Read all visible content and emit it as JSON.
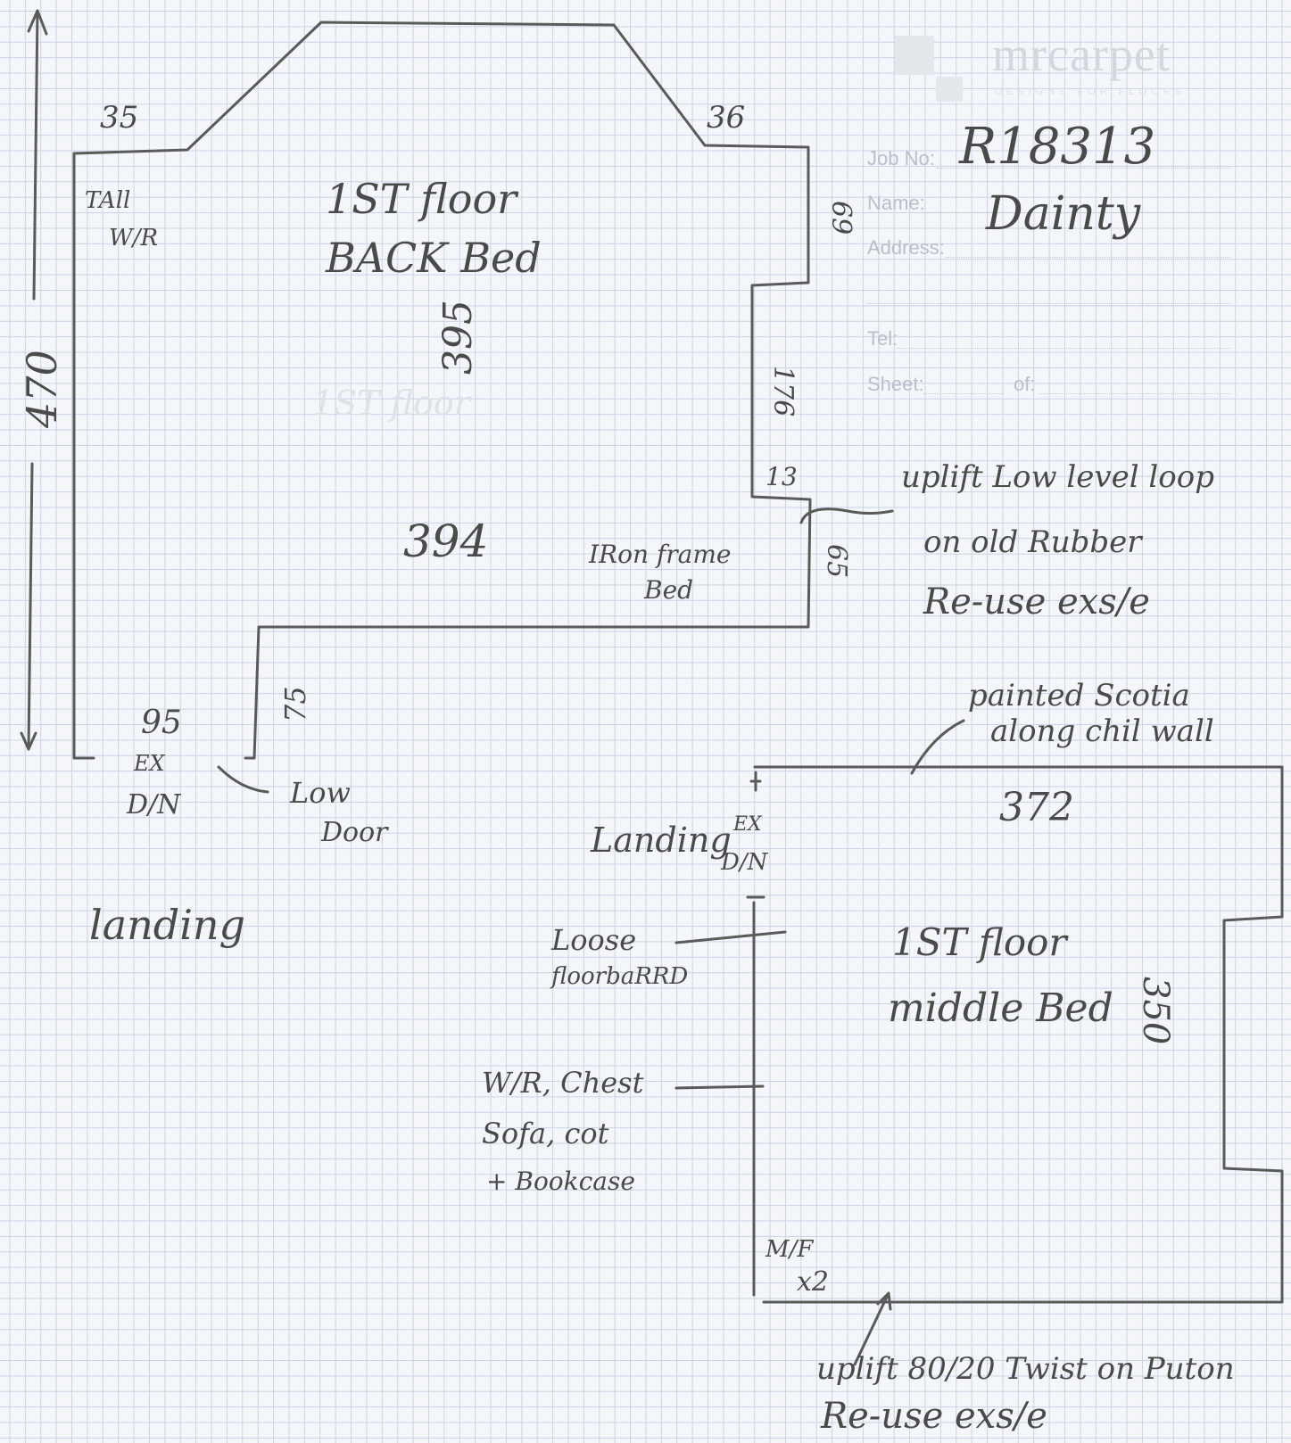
{
  "form": {
    "brand": "mrcarpet",
    "brand_tagline": "DESIGNS FOR FLOORS",
    "job_no_label": "Job No:",
    "job_no_value": "R18313",
    "name_label": "Name:",
    "name_value": "Dainty",
    "address_label": "Address:",
    "tel_label": "Tel:",
    "sheet_label": "Sheet:",
    "of_label": "of:"
  },
  "back_bed": {
    "title_line1": "1ST floor",
    "title_line2": "BACK Bed",
    "ghost_text": "1ST floor",
    "tall_wr_line1": "TAll",
    "tall_wr_line2": "W/R",
    "dim_top_left": "35",
    "dim_top_right": "36",
    "dim_right_upper": "69",
    "dim_depth": "395",
    "dim_recess": "176",
    "dim_recess_small": "13",
    "dim_width": "394",
    "dim_right_lower": "65",
    "dim_door_wall": "75",
    "dim_overall_height": "470",
    "iron_frame_line1": "IRon frame",
    "iron_frame_line2": "Bed",
    "door_width": "95",
    "door_ex": "EX",
    "door_dn": "D/N",
    "low_door_line1": "Low",
    "low_door_line2": "Door",
    "note_line1": "uplift Low level loop",
    "note_line2": "on old Rubber",
    "note_line3": "Re-use exs/e"
  },
  "landing_left": "landing",
  "middle_bed": {
    "title_line1": "1ST floor",
    "title_line2": "middle Bed",
    "dim_width": "372",
    "dim_depth": "350",
    "scotia_line1": "painted Scotia",
    "scotia_line2": "along chil wall",
    "landing_label": "Landing",
    "landing_ex": "EX",
    "landing_dn": "D/N",
    "loose_line1": "Loose",
    "loose_line2": "floorbaRRD",
    "furniture_line1": "W/R, Chest",
    "furniture_line2": "Sofa, cot",
    "furniture_line3": "+ Bookcase",
    "mf_line1": "M/F",
    "mf_line2": "x2",
    "note_line1": "uplift 80/20 Twist on Puton",
    "note_line2": "Re-use exs/e"
  }
}
